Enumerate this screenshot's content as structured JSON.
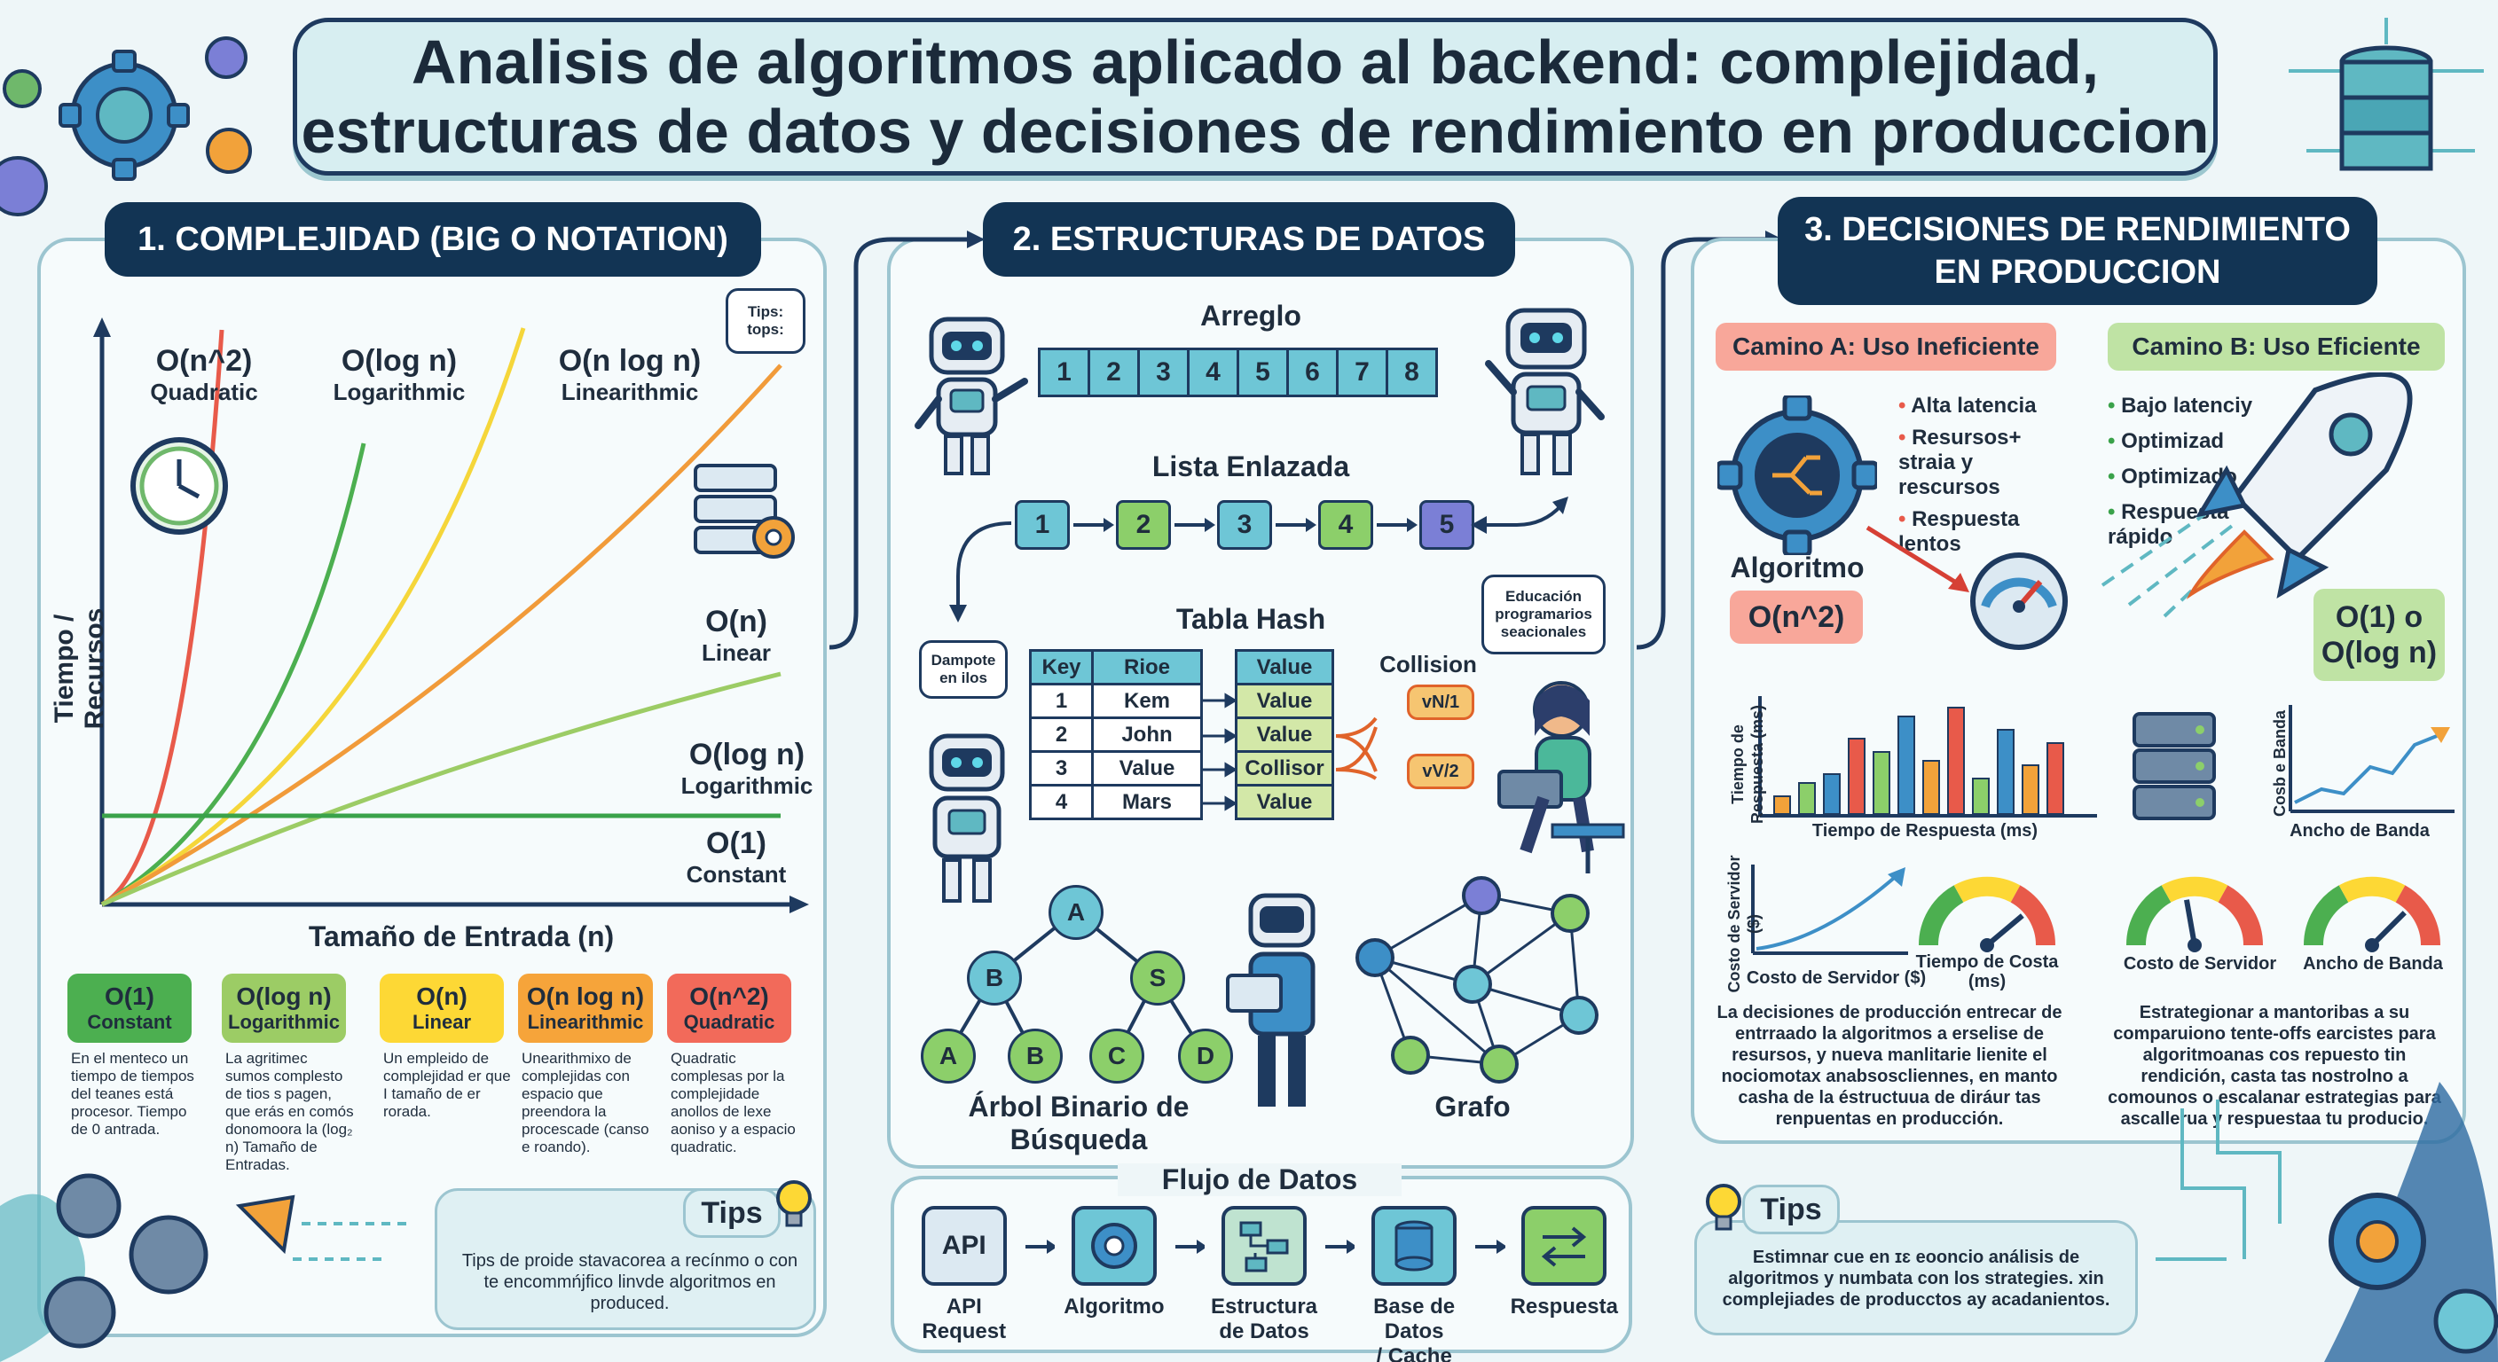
{
  "title": {
    "line1": "Analisis de algoritmos aplicado al backend: complejidad,",
    "line2": "estructuras de datos y decisiones de rendimiento en produccion"
  },
  "section1": {
    "header": "1. COMPLEJIDAD (BIG O NOTATION)",
    "y_axis": "Tiempo / Recursos",
    "x_axis": "Tamaño de Entrada (n)",
    "tips_bubble": "Tips:\ntops:",
    "curve_labels": [
      {
        "big": "O(n^2)",
        "small": "Quadratic"
      },
      {
        "big": "O(log n)",
        "small": "Logarithmic"
      },
      {
        "big": "O(n log n)",
        "small": "Linearithmic"
      },
      {
        "big": "O(n)",
        "small": "Linear"
      },
      {
        "big": "O(log n)",
        "small": "Logarithmic"
      },
      {
        "big": "O(1)",
        "small": "Constant"
      }
    ],
    "legend": [
      {
        "big": "O(1)",
        "small": "Constant",
        "color": "#4caf50",
        "desc": "En el menteco un tiempo de tiempos del teanes está procesor. Tiempo de 0 antrada."
      },
      {
        "big": "O(log n)",
        "small": "Logarithmic",
        "color": "#9ccc65",
        "desc": "La agritimec sumos complesto de tios s pagen, que erás en comós donomoora la (log₂ n) Tamaño de Entradas."
      },
      {
        "big": "O(n)",
        "small": "Linear",
        "color": "#fdd835",
        "desc": "Un empleido de complejidad er que I tamaño de er rorada."
      },
      {
        "big": "O(n log n)",
        "small": "Linearithmic",
        "color": "#f6a43a",
        "desc": "Unearithmixo de complejidas con espacio que preendora la procescade (canso e roando)."
      },
      {
        "big": "O(n^2)",
        "small": "Quadratic",
        "color": "#f26a5a",
        "desc": "Quadratic complesas por la complejidade anollos de lexe aoniso y a espacio quadratic."
      }
    ],
    "tips_label": "Tips",
    "tips_text": "Tips de proide stavacorea a recínmo o con te encommńjfico linvde algoritmos en produced."
  },
  "section2": {
    "header": "2. ESTRUCTURAS DE DATOS",
    "array_title": "Arreglo",
    "array_values": [
      "1",
      "2",
      "3",
      "4",
      "5",
      "6",
      "7",
      "8"
    ],
    "list_title": "Lista Enlazada",
    "list_values": [
      "1",
      "2",
      "3",
      "4",
      "5"
    ],
    "hash_title": "Tabla Hash",
    "hash_headers": [
      "Key",
      "Rioe"
    ],
    "hash_rows": [
      [
        "1",
        "Kem"
      ],
      [
        "2",
        "John"
      ],
      [
        "3",
        "Value"
      ],
      [
        "4",
        "Mars"
      ]
    ],
    "hash_values_header": "Value",
    "hash_values": [
      "Value",
      "Value",
      "Collisor",
      "Value"
    ],
    "collision_label": "Collision",
    "collision_boxes": [
      "vN/1",
      "vV/2"
    ],
    "bubble_left": "Dampote en ilos",
    "bubble_right": "Educación programarios seacionales",
    "tree_nodes": [
      "A",
      "B",
      "S",
      "A",
      "B",
      "C",
      "D"
    ],
    "tree_title": "Árbol Binario de Búsqueda",
    "graph_title": "Grafo",
    "flow_title": "Flujo de Datos",
    "flow_steps": [
      {
        "label": "API\nRequest",
        "icon": "API"
      },
      {
        "label": "Algoritmo",
        "icon": ""
      },
      {
        "label": "Estructura\nde Datos",
        "icon": ""
      },
      {
        "label": "Base de Datos\n/ Cache",
        "icon": ""
      },
      {
        "label": "Respuesta",
        "icon": ""
      }
    ]
  },
  "section3": {
    "header": "3. DECISIONES DE RENDIMIENTO\nEN PRODUCCION",
    "path_a": "Camino A: Uso Ineficiente",
    "path_b": "Camino B: Uso Eficiente",
    "bullets_a": [
      "Alta latencia",
      "Resursos+ straia y rescursos",
      "Respuesta lentos"
    ],
    "bullets_b": [
      "Bajo latenciy",
      "Optimizad",
      "Optimizado",
      "Respuesta rápido"
    ],
    "algo_label": "Algoritmo",
    "algo_complexity": "O(n^2)",
    "eff_complexity": "O(1) o\nO(log n)",
    "chart_a_ylabel": "Tiempo de Respuesta (ms)",
    "chart_a_xlabel": "Tiempo de Respuesta (ms)",
    "chart_a2_ylabel": "Costo de Servidor ($)",
    "chart_a2_xlabel": "Costo de Servidor ($)",
    "gauge_a_label": "Tiempo de Costa (ms)",
    "chart_b_ylabel": "Cosb e Banda",
    "chart_b_xlabel": "Ancho de Banda",
    "gauge_b1_label": "Costo de Servidor",
    "gauge_b2_label": "Ancho de Banda",
    "text_a": "La decisiones de producción entrecar de entrraado la algoritmos a erselise de resursos, y nueva manlitarie lienite el nociomotax anabsoscliennes, en manto casha de la éstructuua de diráur tas renpuentas en producción.",
    "text_b": "Estrategionar a mantoribas a su comparuiono tente-offs earcistes para algoritmoanas cos repuesto tin rendición, casta tas nostrolno a comounos o escalanar estrategias para ascallerua y respuestaa tu producio.",
    "tips_label": "Tips",
    "tips_text": "Estimnar cue en ɪɛ eooncio análisis de algoritmos y numbata con los strategies. xin complejiades de producctos ay acadanientos."
  },
  "chart_data": {
    "type": "line",
    "xlabel": "Tamaño de Entrada (n)",
    "ylabel": "Tiempo / Recursos",
    "series": [
      {
        "name": "O(n^2)",
        "color": "#e85a4a"
      },
      {
        "name": "O(log n)",
        "color": "#4caf50"
      },
      {
        "name": "O(n log n)",
        "color": "#f5d63a"
      },
      {
        "name": "O(n)",
        "color": "#f19b3a"
      },
      {
        "name": "O(log n)",
        "color": "#9ccc65"
      },
      {
        "name": "O(1)",
        "color": "#3aa24a"
      }
    ]
  },
  "colors": {
    "navy": "#123454",
    "teal": "#6ec6d6",
    "green": "#8ccf6a",
    "purple": "#7b7fd6",
    "red_soft": "#f8a79a",
    "green_soft": "#bfe3a4"
  }
}
